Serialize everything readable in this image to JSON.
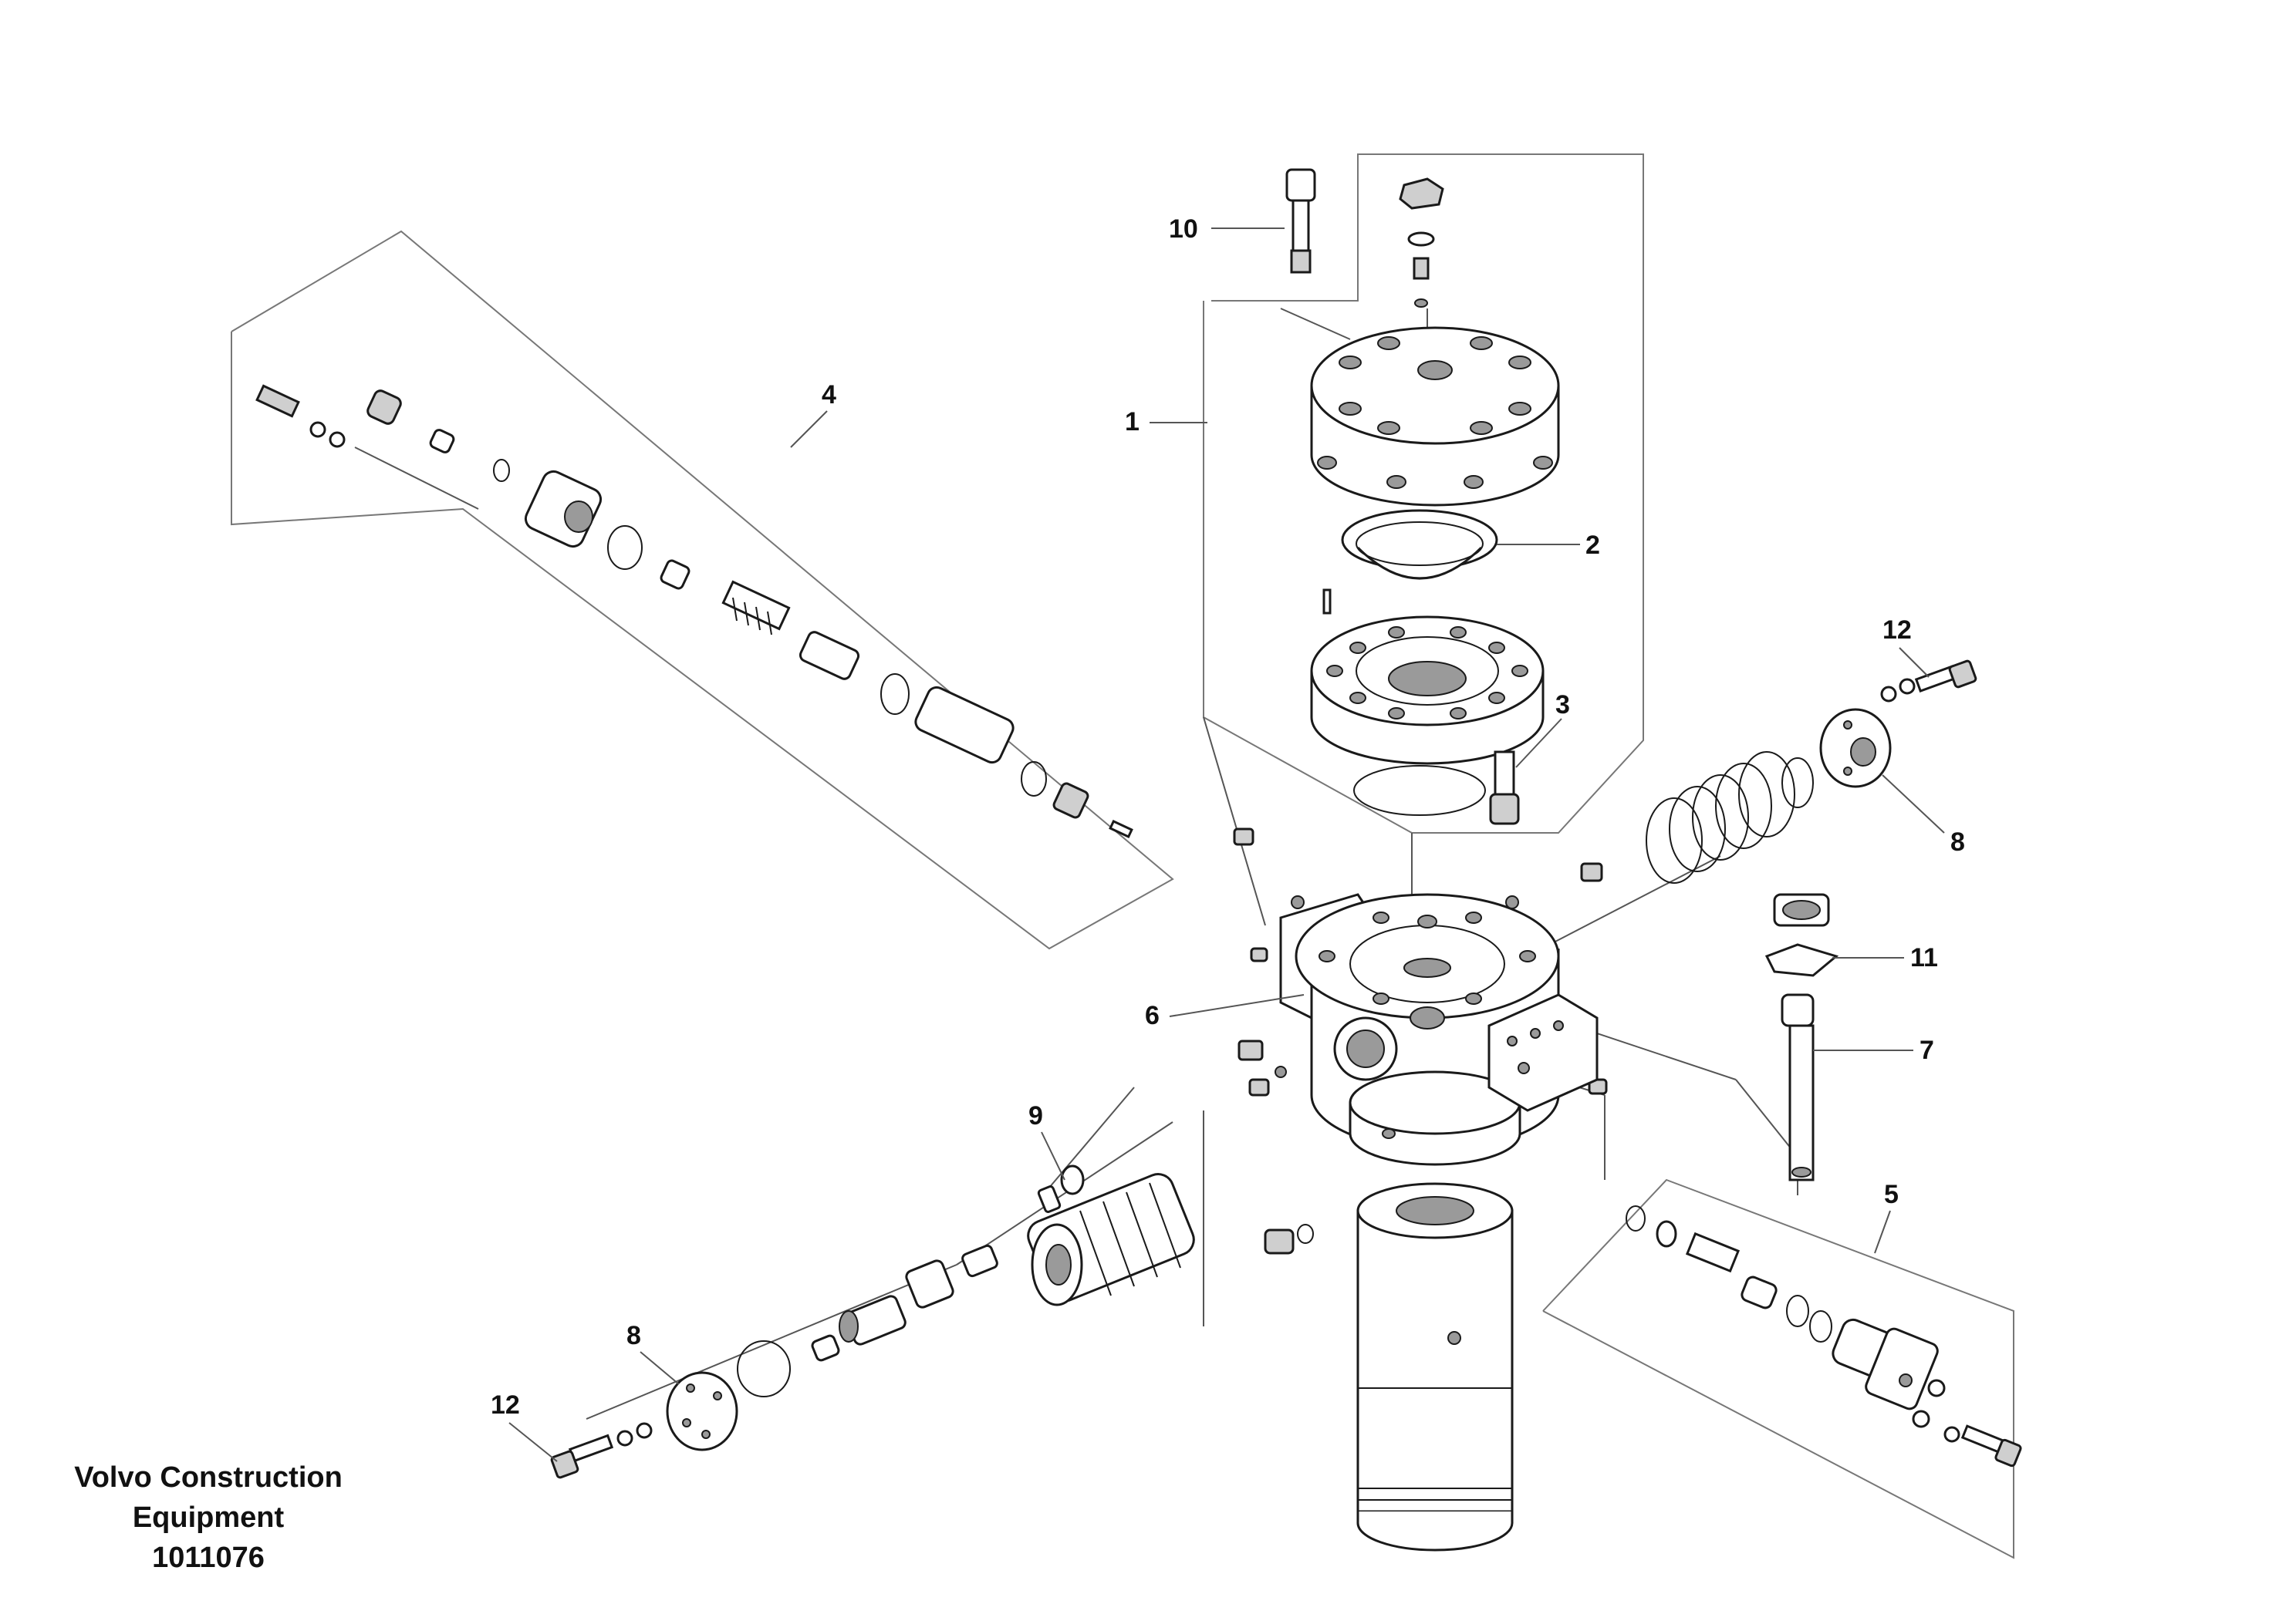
{
  "caption": {
    "line1": "Volvo Construction",
    "line2": "Equipment",
    "line3": "1011076"
  },
  "callouts": {
    "c1": "1",
    "c2": "2",
    "c3": "3",
    "c4": "4",
    "c5": "5",
    "c6": "6",
    "c7": "7",
    "c8a": "8",
    "c8b": "8",
    "c9": "9",
    "c10": "10",
    "c11": "11",
    "c12a": "12",
    "c12b": "12"
  }
}
